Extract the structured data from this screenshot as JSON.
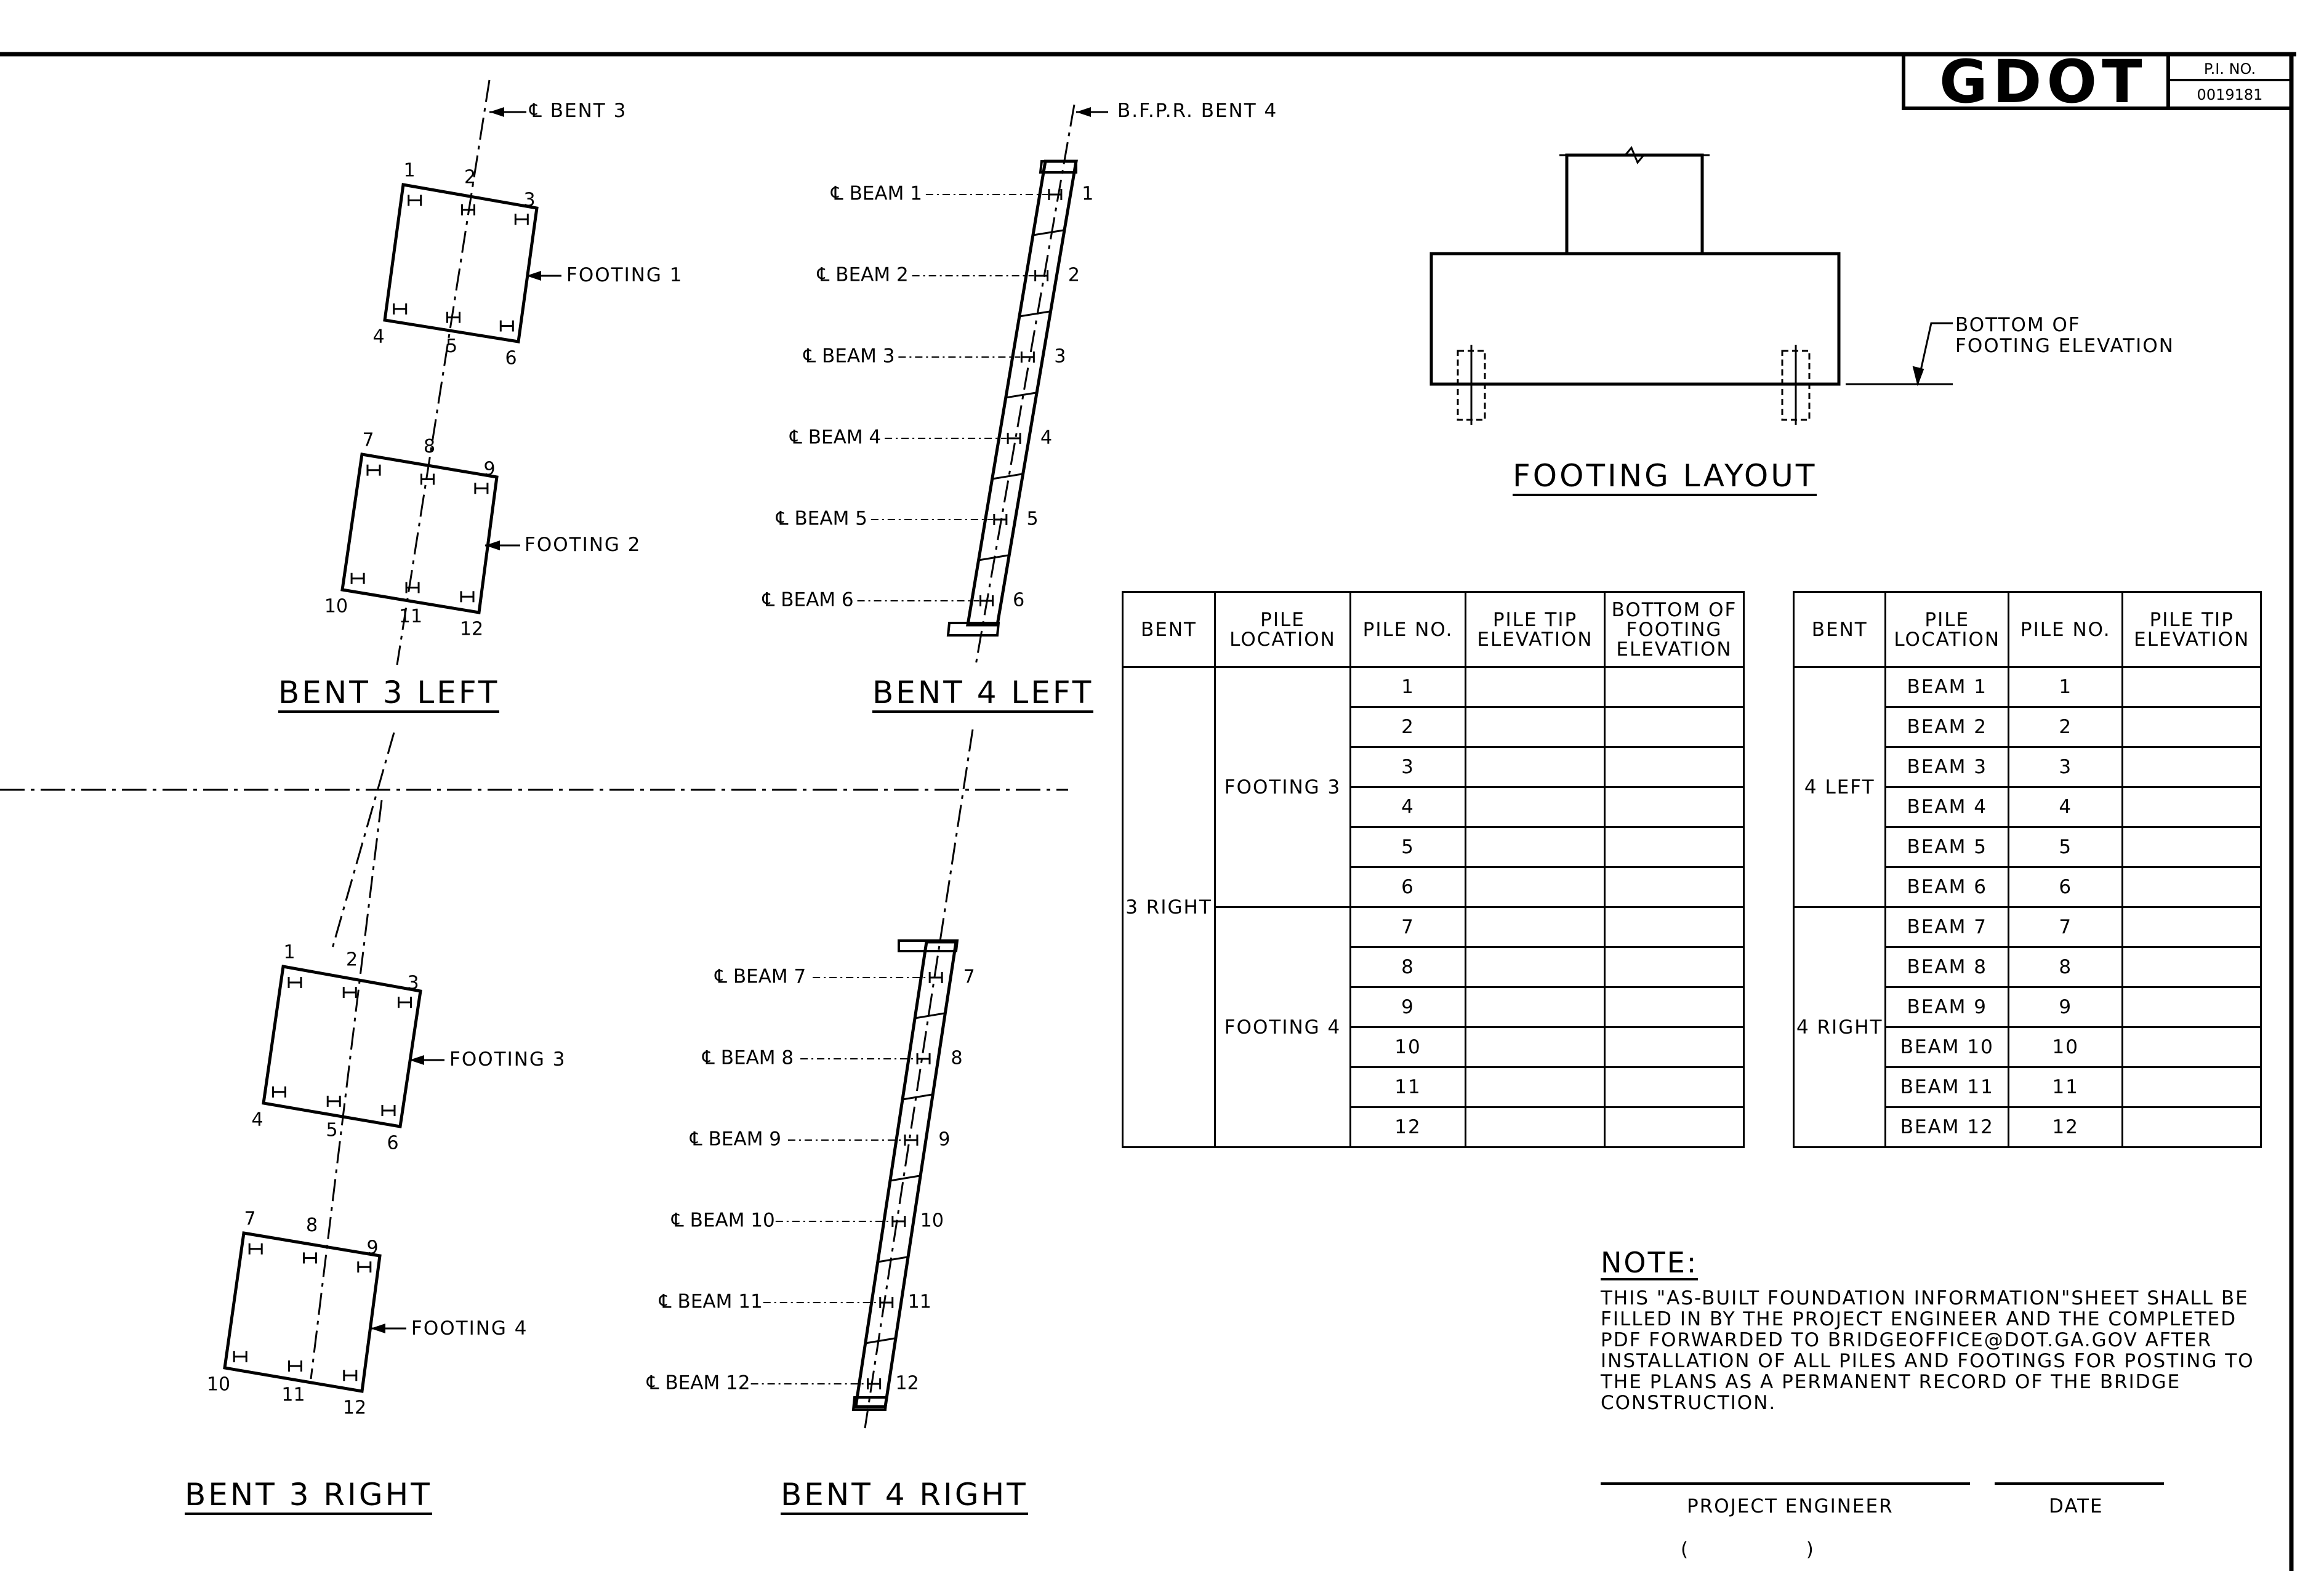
{
  "title_block": {
    "logo_text": "GDOT",
    "pj_label": "P.I. NO.",
    "pj_value": "0019181"
  },
  "bent3_left": {
    "title": "BENT 3 LEFT",
    "centerline_label": "℄ BENT 3",
    "footings": [
      "FOOTING 1",
      "FOOTING 2"
    ],
    "pile_numbers": [
      "1",
      "2",
      "3",
      "4",
      "5",
      "6",
      "7",
      "8",
      "9",
      "10",
      "11",
      "12"
    ]
  },
  "bent3_right": {
    "title": "BENT 3 RIGHT",
    "footings": [
      "FOOTING 3",
      "FOOTING 4"
    ],
    "pile_numbers": [
      "1",
      "2",
      "3",
      "4",
      "5",
      "6",
      "7",
      "8",
      "9",
      "10",
      "11",
      "12"
    ]
  },
  "bent4_left": {
    "title": "BENT 4 LEFT",
    "reference_label": "B.F.P.R. BENT 4",
    "beams": [
      "℄ BEAM 1",
      "℄ BEAM 2",
      "℄ BEAM 3",
      "℄ BEAM 4",
      "℄ BEAM 5",
      "℄ BEAM 6"
    ],
    "pile_numbers": [
      "1",
      "2",
      "3",
      "4",
      "5",
      "6"
    ]
  },
  "bent4_right": {
    "title": "BENT 4 RIGHT",
    "beams": [
      "℄ BEAM 7",
      "℄ BEAM 8",
      "℄ BEAM 9",
      "℄ BEAM 10",
      "℄ BEAM 11",
      "℄ BEAM 12"
    ],
    "pile_numbers": [
      "7",
      "8",
      "9",
      "10",
      "11",
      "12"
    ]
  },
  "footing_layout": {
    "title": "FOOTING LAYOUT",
    "callout_line1": "BOTTOM OF",
    "callout_line2": "FOOTING ELEVATION"
  },
  "table_left": {
    "headers": [
      "BENT",
      "PILE LOCATION",
      "PILE NO.",
      "PILE TIP ELEVATION",
      "BOTTOM OF FOOTING ELEVATION"
    ],
    "bent": "3 RIGHT",
    "groups": [
      "FOOTING 3",
      "FOOTING 4"
    ],
    "pile_nos": [
      "1",
      "2",
      "3",
      "4",
      "5",
      "6",
      "7",
      "8",
      "9",
      "10",
      "11",
      "12"
    ]
  },
  "table_right": {
    "headers": [
      "BENT",
      "PILE LOCATION",
      "PILE NO.",
      "PILE TIP ELEVATION"
    ],
    "bents": [
      "4 LEFT",
      "4 RIGHT"
    ],
    "locations": [
      "BEAM 1",
      "BEAM 2",
      "BEAM 3",
      "BEAM 4",
      "BEAM 5",
      "BEAM 6",
      "BEAM 7",
      "BEAM 8",
      "BEAM 9",
      "BEAM 10",
      "BEAM 11",
      "BEAM 12"
    ],
    "pile_nos": [
      "1",
      "2",
      "3",
      "4",
      "5",
      "6",
      "7",
      "8",
      "9",
      "10",
      "11",
      "12"
    ]
  },
  "note": {
    "heading": "NOTE:",
    "lines": [
      "THIS \"AS-BUILT FOUNDATION INFORMATION\"SHEET SHALL BE",
      "FILLED IN BY THE PROJECT ENGINEER AND THE COMPLETED",
      "PDF FORWARDED TO BRIDGEOFFICE@DOT.GA.GOV AFTER",
      "INSTALLATION OF ALL PILES AND FOOTINGS FOR POSTING TO",
      "THE PLANS AS A PERMANENT RECORD OF THE BRIDGE",
      "CONSTRUCTION."
    ]
  },
  "signature": {
    "engineer_label": "PROJECT ENGINEER",
    "date_label": "DATE",
    "paren_text": "(                )"
  }
}
